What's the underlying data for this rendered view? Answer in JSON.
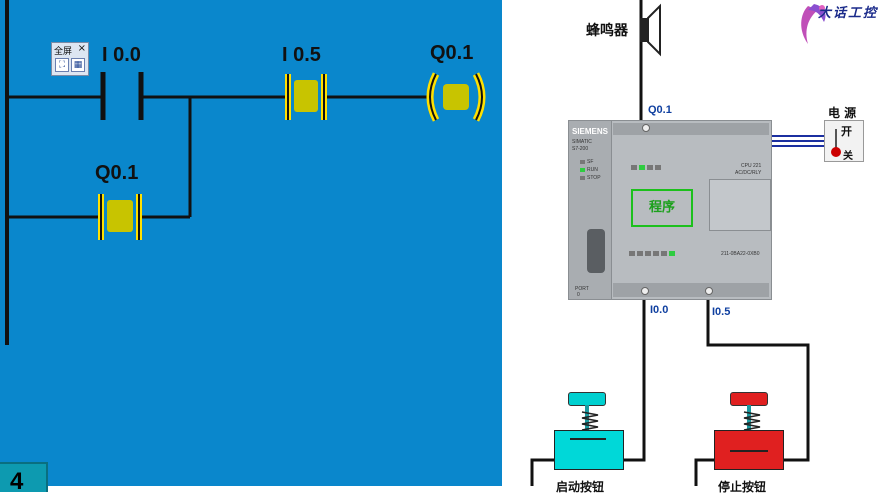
{
  "ladder": {
    "contact_i00": "I 0.0",
    "contact_i05": "I 0.5",
    "coil_q01": "Q0.1",
    "contact_q01": "Q0.1",
    "page_number": "4",
    "fullscreen": {
      "title": "全屏",
      "close": "×"
    }
  },
  "wiring": {
    "buzzer": "蜂鸣器",
    "q01_terminal": "Q0.1",
    "i00_terminal": "I0.0",
    "i05_terminal": "I0.5",
    "power_label": "电 源",
    "switch_on": "开",
    "switch_off": "关",
    "plc": {
      "brand": "SIEMENS",
      "model_line1": "SIMATIC",
      "model_line2": "S7-200",
      "status_sf": "SF",
      "status_run": "RUN",
      "status_stop": "STOP",
      "cpu_line1": "CPU 221",
      "cpu_line2": "AC/DC/RLY",
      "part_number": "211-0BA22-0XB0",
      "port_label": "PORT",
      "port_num": "0",
      "program": "程序"
    },
    "start_button": "启动按钮",
    "stop_button": "停止按钮",
    "watermark": "大话工控"
  },
  "colors": {
    "ladder_bg": "#0a87cc",
    "active": "#c8c400",
    "active_border": "#ffe000",
    "start_button": "#00d0d0",
    "stop_button": "#e02020",
    "wire": "#111111",
    "power_wire": "#1b2fa0"
  }
}
